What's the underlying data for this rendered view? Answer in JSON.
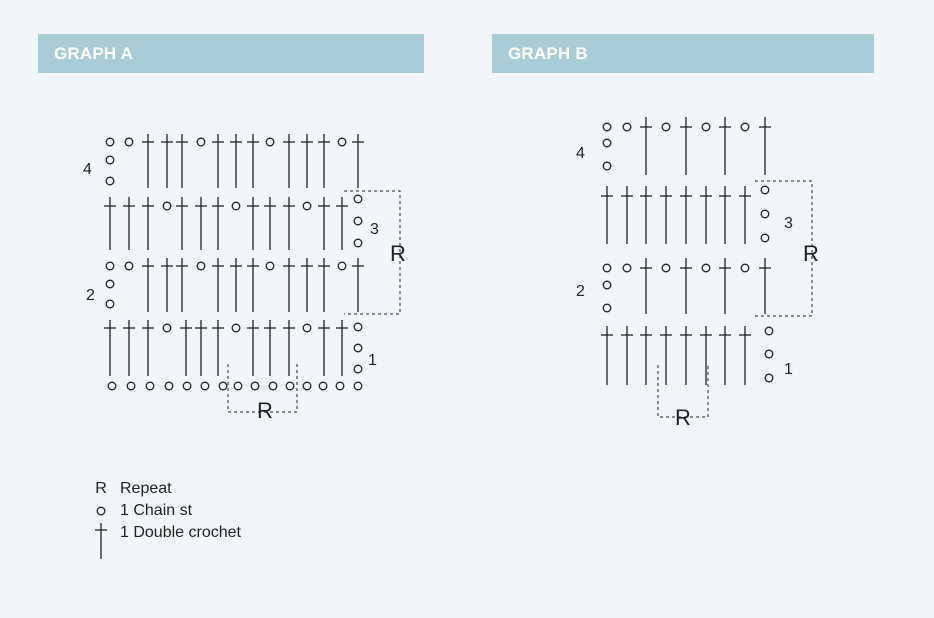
{
  "graph_a": {
    "title": "GRAPH A"
  },
  "graph_b": {
    "title": "GRAPH B"
  },
  "diagram": {
    "graph_a": {
      "row_numbers": [
        "4",
        "3",
        "2",
        "1"
      ],
      "repeat_marks": [
        "R",
        "R"
      ]
    },
    "graph_b": {
      "row_numbers": [
        "4",
        "3",
        "2",
        "1"
      ],
      "repeat_marks": [
        "R",
        "R"
      ]
    }
  },
  "legend": {
    "items": [
      {
        "symbol": "R",
        "label": "Repeat"
      },
      {
        "symbol": "chain",
        "label": "1 Chain st"
      },
      {
        "symbol": "double-crochet",
        "label": "1 Double crochet"
      }
    ]
  },
  "colors": {
    "header_bg": "#a9cdd6",
    "header_text": "#ffffff",
    "page_bg": "#f3f6f8",
    "ink": "#222222"
  }
}
